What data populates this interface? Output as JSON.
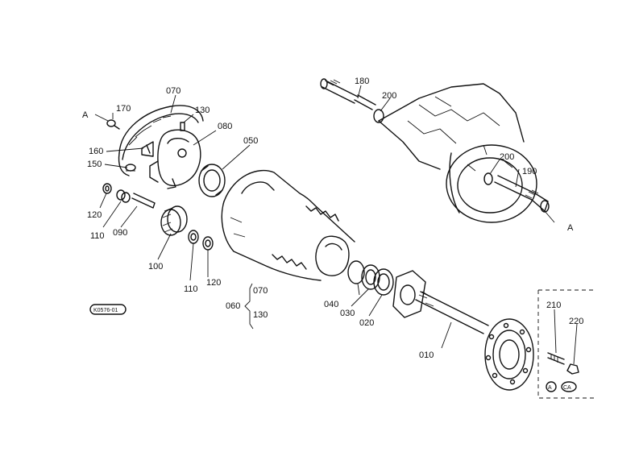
{
  "labels": {
    "l070": "070",
    "l130": "130",
    "l170": "170",
    "l080": "080",
    "l160": "160",
    "l150": "150",
    "l050": "050",
    "l120a": "120",
    "l110a": "110",
    "l090": "090",
    "l100": "100",
    "l110b": "110",
    "l120b": "120",
    "l180": "180",
    "l200a": "200",
    "l200b": "200",
    "l190": "190",
    "l060": "060",
    "l070b": "070",
    "l130b": "130",
    "l040": "040",
    "l030": "030",
    "l020": "020",
    "l010": "010",
    "l210": "210",
    "l220": "220",
    "refA1": "A",
    "refA2": "A",
    "circA": "A",
    "circCA": "CA",
    "stamp": "K0576-01"
  }
}
